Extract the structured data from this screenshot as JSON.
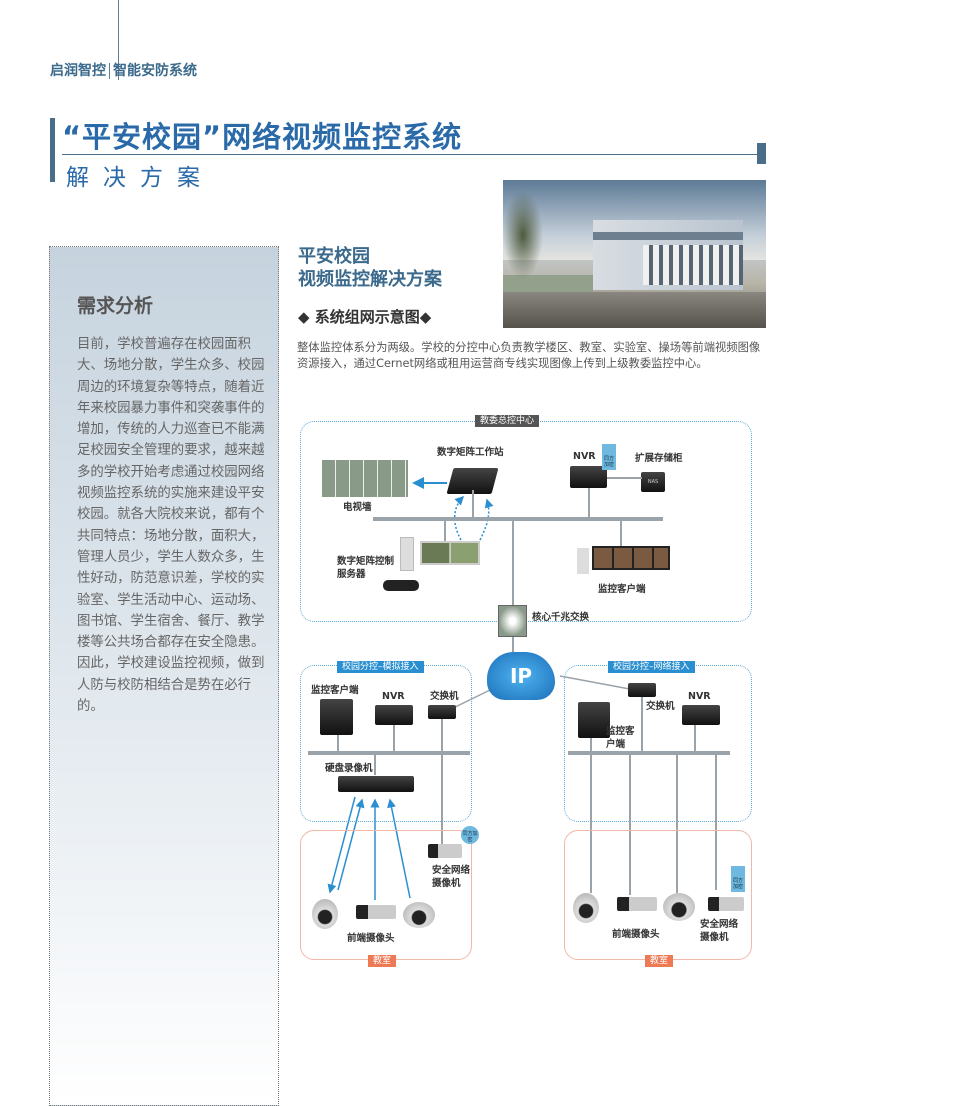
{
  "header": {
    "brand": "启润智控",
    "product": "智能安防系统"
  },
  "title": {
    "main": "“平安校园”网络视频监控系统",
    "sub": "解决方案"
  },
  "sidebar": {
    "heading": "需求分析",
    "lines": [
      "目前，学校普遍存在校园面积",
      "大、场地分散，学生众多、校园",
      "周边的环境复杂等特点，随着近",
      "年来校园暴力事件和突袭事件的",
      "增加，传统的人力巡查已不能满",
      "足校园安全管理的要求，越来越",
      "多的学校开始考虑通过校园网络",
      "视频监控系统的实施来建设平安",
      "校园。就各大院校来说，都有个",
      "共同特点：场地分散，面积大，",
      "管理人员少，学生人数众多，生",
      "性好动，防范意识差，学校的实",
      "验室、学生活动中心、运动场、",
      "图书馆、学生宿舍、餐厅、教学",
      "楼等公共场合都存在安全隐患。",
      "因此，学校建设监控视频，做到",
      "人防与校防相结合是势在必行",
      "的。"
    ]
  },
  "main": {
    "section_title_1": "平安校园",
    "section_title_2": "视频监控解决方案",
    "diagram_title": "◆ 系统组网示意图◆",
    "intro": "整体监控体系分为两级。学校的分控中心负责教学楼区、教室、实验室、操场等前端视频图像资源接入，通过Cernet网络或租用运营商专线实现图像上传到上级教委监控中心。"
  },
  "diagram": {
    "center_label": "教委总控中心",
    "tv_wall": "电视墙",
    "matrix_workstation": "数字矩阵工作站",
    "nvr": "NVR",
    "storage": "扩展存储柜",
    "nas": "NAS",
    "encrypt": "同方加密",
    "matrix_server": "数字矩阵控制服务器",
    "monitor_client": "监控客户端",
    "core_switch": "核心千兆交换",
    "ip": "IP",
    "left_label": "校园分控–模拟接入",
    "left_client": "监控客户端",
    "left_nvr": "NVR",
    "left_switch": "交换机",
    "dvr": "硬盘录像机",
    "left_netcam": "安全网络摄像机",
    "left_front": "前端摄像头",
    "left_room": "教室",
    "right_label": "校园分控–网络接入",
    "right_switch": "交换机",
    "right_nvr": "NVR",
    "right_client": "监控客户端",
    "right_front": "前端摄像头",
    "right_netcam": "安全网络摄像机",
    "right_room": "教室",
    "colors": {
      "blue": "#2a8fd0",
      "gray": "#555555",
      "orange": "#ee7a55"
    }
  }
}
